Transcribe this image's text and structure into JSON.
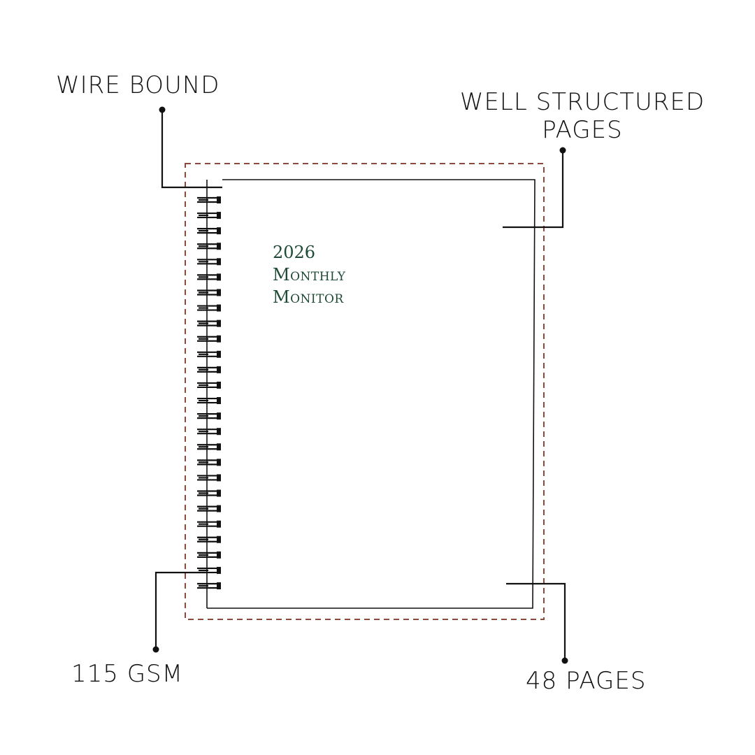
{
  "callouts": {
    "wire_bound": "WIRE BOUND",
    "well_structured_line1": "WELL STRUCTURED",
    "well_structured_line2": "PAGES",
    "paper_weight": "115 GSM",
    "page_count": "48 PAGES"
  },
  "cover": {
    "year": "2026",
    "title_line1": "Monthly",
    "title_line2": "Monitor"
  },
  "spiral": {
    "ring_count": 26
  },
  "colors": {
    "title_green": "#1f4a35",
    "dashed_border": "#8b4a3c",
    "line": "#111111"
  }
}
